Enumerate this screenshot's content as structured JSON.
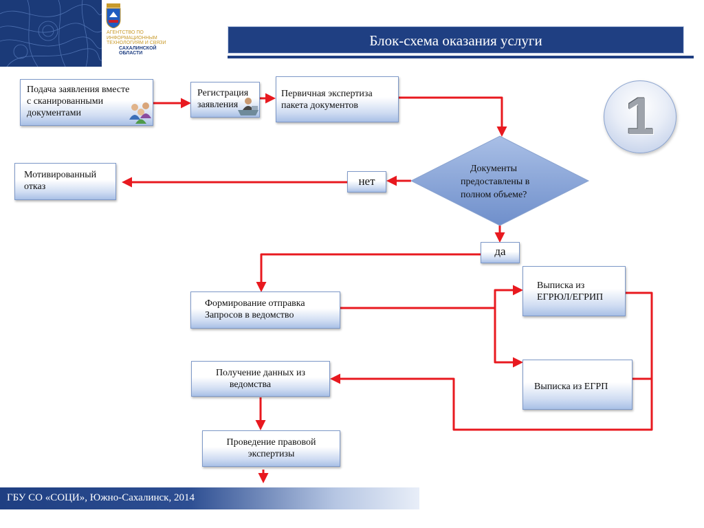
{
  "header": {
    "org_lines": [
      "АГЕНТСТВО ПО",
      "ИНФОРМАЦИОННЫМ",
      "ТЕХНОЛОГИЯМ И СВЯЗИ",
      "САХАЛИНСКОЙ",
      "ОБЛАСТИ"
    ],
    "title": "Блок-схема оказания услуги"
  },
  "step_number": "1",
  "flow": {
    "submit": [
      "Подача заявления вместе",
      "с сканированными",
      "документами"
    ],
    "register": [
      "Регистрация",
      "заявления"
    ],
    "primary_review": [
      "Первичная экспертиза",
      "пакета документов"
    ],
    "decision": [
      "Документы",
      "предоставлены в",
      "полном объеме?"
    ],
    "no_label": "нет",
    "yes_label": "да",
    "refusal": [
      "Мотивированный",
      "отказ"
    ],
    "form_requests": [
      "Формирование отправка",
      "Запросов в ведомство"
    ],
    "egrul": [
      "Выписка из",
      "ЕГРЮЛ/ЕГРИП"
    ],
    "egrp": "Выписка из ЕГРП",
    "receive_data": [
      "Получение данных из",
      "ведомства"
    ],
    "legal_review": [
      "Проведение правовой",
      "экспертизы"
    ]
  },
  "colors": {
    "accent": "#1f3f82",
    "arrow": "#e8191f",
    "box_border": "#7d98c8",
    "diamond": "#7f9fd5"
  },
  "footer": {
    "text": "ГБУ СО «СОЦИ», Южно-Сахалинск, 2014"
  }
}
